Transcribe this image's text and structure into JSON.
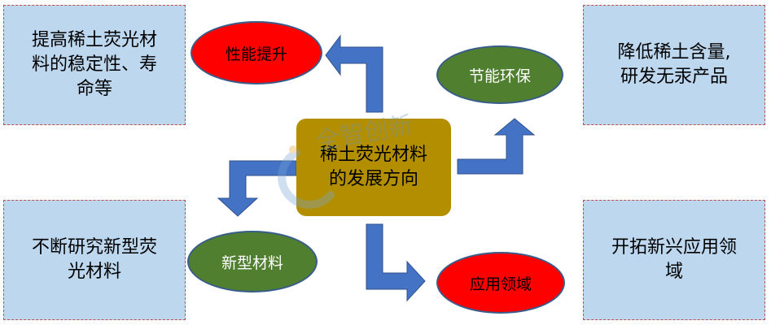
{
  "center": {
    "line1": "稀土荧光材料",
    "line2": "的发展方向"
  },
  "ovals": {
    "performance": "性能提升",
    "eco": "节能环保",
    "material": "新型材料",
    "application": "应用领域"
  },
  "boxes": {
    "top_left": [
      "提高稀土荧光材",
      "料的稳定性、寿",
      "命等"
    ],
    "top_right": [
      "降低稀土含量,",
      "研发无汞产品"
    ],
    "bottom_left": [
      "不断研究新型荧",
      "光材料"
    ],
    "bottom_right": [
      "开拓新兴应用领",
      "域"
    ]
  },
  "watermark": {
    "text": "全智创新"
  },
  "colors": {
    "box_fill": "#bdd7ee",
    "box_border": "#c0504d",
    "center_fill": "#b38f00",
    "oval_red": "#ff0000",
    "oval_green": "#4f7f2f",
    "arrow": "#4472c4"
  }
}
